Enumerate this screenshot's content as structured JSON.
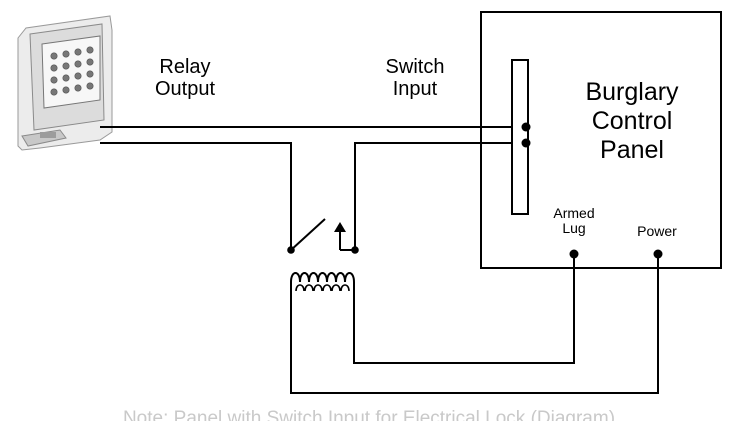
{
  "labels": {
    "relay_output": [
      "Relay",
      "Output"
    ],
    "switch_input": [
      "Switch",
      "Input"
    ],
    "panel": [
      "Burglary",
      "Control",
      "Panel"
    ],
    "armed_lug": [
      "Armed",
      "Lug"
    ],
    "power": "Power"
  },
  "footer": "Note: Panel with Switch Input for Electrical Lock (Diagram)",
  "colors": {
    "line": "#000000",
    "keypad_frame": "#d8d8d8",
    "keypad_shade": "#a8a8a8",
    "footer_text": "#c9c9c9"
  },
  "icons": {
    "keypad": "keypad-device-icon",
    "relay_coil": "coil-icon",
    "switch": "switch-contact-icon"
  }
}
